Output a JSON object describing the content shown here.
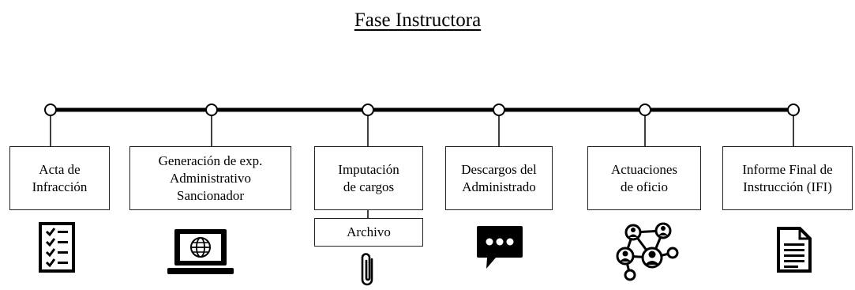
{
  "title": "Fase Instructora",
  "steps": [
    {
      "label": "Acta de\nInfracción",
      "icon": "checklist-icon"
    },
    {
      "label": "Generación de  exp.\nAdministrativo\nSancionador",
      "icon": "laptop-globe-icon"
    },
    {
      "label": "Imputación\nde cargos",
      "icon": "paperclip-icon",
      "sub_label": "Archivo"
    },
    {
      "label": "Descargos del\nAdministrado",
      "icon": "chat-bubble-icon"
    },
    {
      "label": "Actuaciones\nde oficio",
      "icon": "network-people-icon"
    },
    {
      "label": "Informe Final de\nInstrucción (IFI)",
      "icon": "document-icon"
    }
  ]
}
